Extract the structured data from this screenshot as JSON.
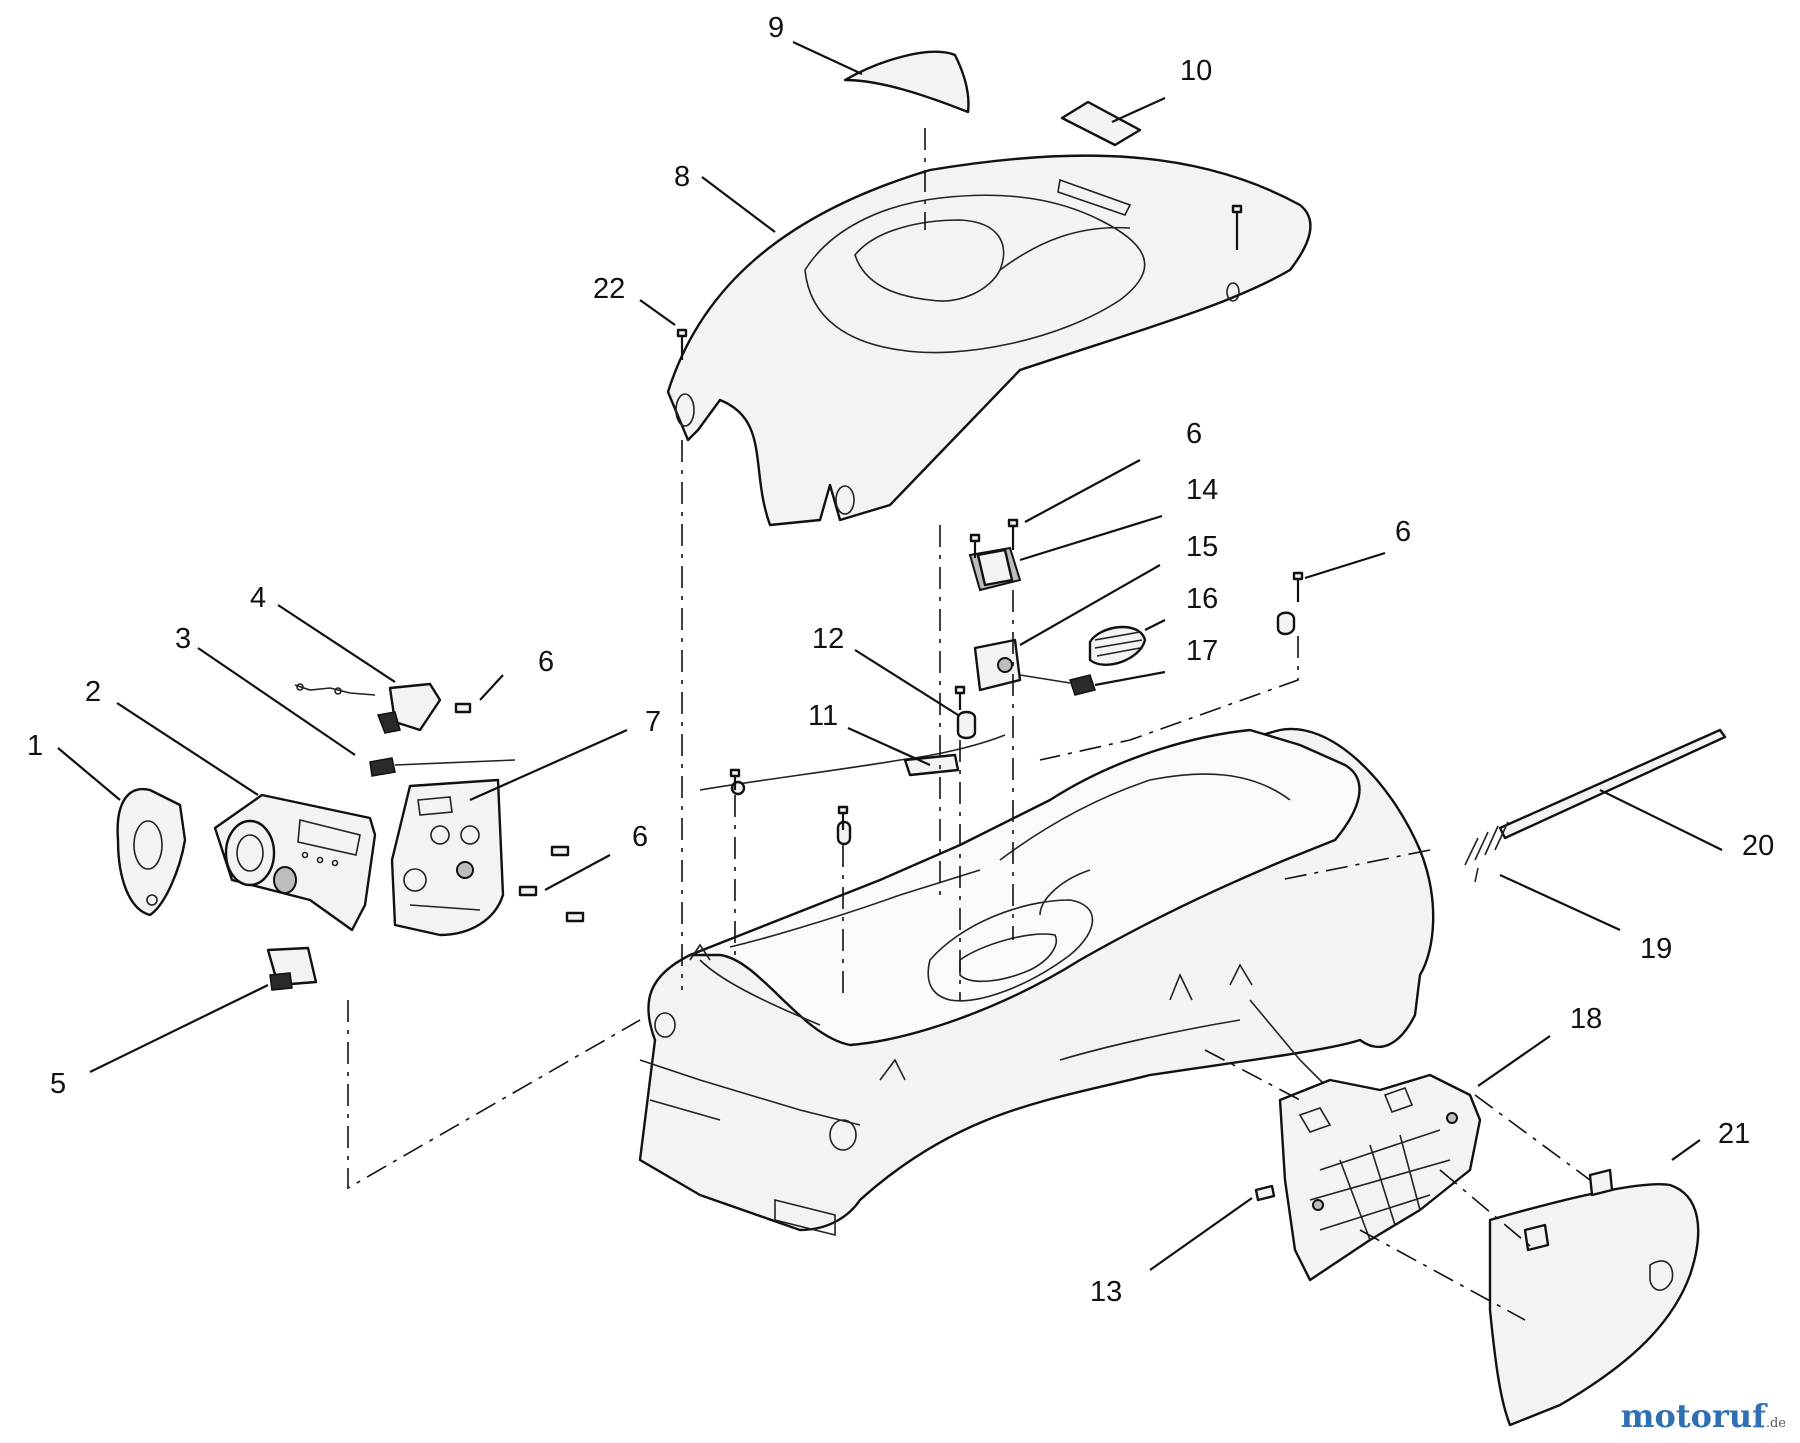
{
  "figure": {
    "callouts": [
      {
        "id": "c1",
        "label": "1"
      },
      {
        "id": "c2",
        "label": "2"
      },
      {
        "id": "c3",
        "label": "3"
      },
      {
        "id": "c4",
        "label": "4"
      },
      {
        "id": "c5",
        "label": "5"
      },
      {
        "id": "c6a",
        "label": "6"
      },
      {
        "id": "c6b",
        "label": "6"
      },
      {
        "id": "c6c",
        "label": "6"
      },
      {
        "id": "c6d",
        "label": "6"
      },
      {
        "id": "c7",
        "label": "7"
      },
      {
        "id": "c8",
        "label": "8"
      },
      {
        "id": "c9",
        "label": "9"
      },
      {
        "id": "c10",
        "label": "10"
      },
      {
        "id": "c11",
        "label": "11"
      },
      {
        "id": "c12",
        "label": "12"
      },
      {
        "id": "c13",
        "label": "13"
      },
      {
        "id": "c14",
        "label": "14"
      },
      {
        "id": "c15",
        "label": "15"
      },
      {
        "id": "c16",
        "label": "16"
      },
      {
        "id": "c17",
        "label": "17"
      },
      {
        "id": "c18",
        "label": "18"
      },
      {
        "id": "c19",
        "label": "19"
      },
      {
        "id": "c20",
        "label": "20"
      },
      {
        "id": "c21",
        "label": "21"
      },
      {
        "id": "c22",
        "label": "22"
      }
    ]
  },
  "watermark": {
    "main": "motoruf",
    "tld": ".de"
  }
}
